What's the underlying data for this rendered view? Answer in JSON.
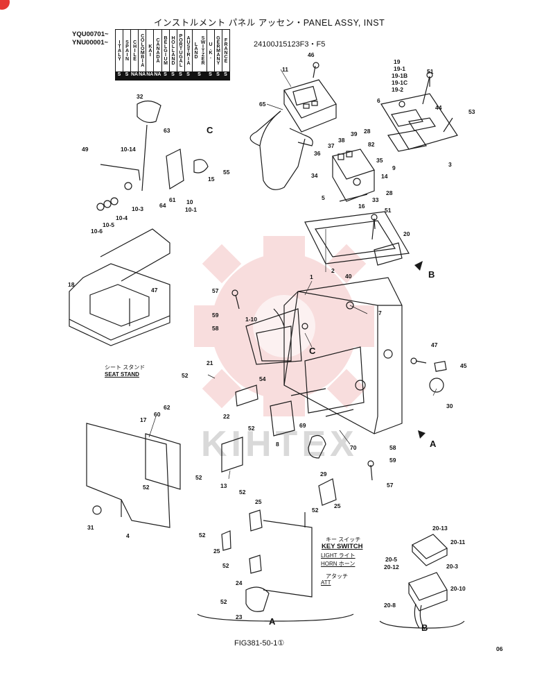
{
  "header": {
    "title": "インストルメント パネル アッセン・PANEL ASSY, INST",
    "serial_1": "YQU00701~",
    "serial_2": "YNU00001~",
    "drawing_code": "24100J15123F3・F5"
  },
  "countries": [
    {
      "name": "ITALY",
      "mark": "S"
    },
    {
      "name": "SPAIN",
      "mark": "S"
    },
    {
      "name": "CHILE",
      "mark": "NA"
    },
    {
      "name": "COLOMBIA",
      "mark": "NA"
    },
    {
      "name": "KAI",
      "mark": "NA"
    },
    {
      "name": "CANADA",
      "mark": "NA"
    },
    {
      "name": "BELGIUM",
      "mark": "S"
    },
    {
      "name": "HOLLAND",
      "mark": "S"
    },
    {
      "name": "PORTUGAL",
      "mark": "S"
    },
    {
      "name": "AUSTRIA",
      "mark": "S"
    },
    {
      "name": "SWITZER LAND",
      "mark": "S"
    },
    {
      "name": "U.K.",
      "mark": "S"
    },
    {
      "name": "GERMANY",
      "mark": "S"
    },
    {
      "name": "FRANCE",
      "mark": "S"
    }
  ],
  "callouts": {
    "c1": "46",
    "c2": "11",
    "c3": "65",
    "c4": "19",
    "c5": "19-1",
    "c6": "19-1B",
    "c7": "19-1C",
    "c8": "19-2",
    "c9": "51",
    "c10": "6",
    "c11": "44",
    "c12": "53",
    "c13": "28",
    "c14": "9",
    "c15": "3",
    "c16": "38",
    "c17": "39",
    "c18": "37",
    "c19": "36",
    "c20": "82",
    "c21": "35",
    "c22": "34",
    "c23": "14",
    "c24": "28",
    "c25": "5",
    "c26": "16",
    "c27": "33",
    "c28": "51",
    "c29": "20",
    "c30": "2",
    "c31": "32",
    "c32": "63",
    "c33": "C",
    "c34": "49",
    "c35": "10-14",
    "c36": "55",
    "c37": "15",
    "c38": "61",
    "c39": "64",
    "c40": "10",
    "c41": "10-1",
    "c42": "10-3",
    "c43": "10-4",
    "c44": "10-5",
    "c45": "10-6",
    "c46": "18",
    "c47": "47",
    "c48": "1",
    "c49": "40",
    "c50": "7",
    "c51": "57",
    "c52": "59",
    "c53": "58",
    "c54": "1-10",
    "c55": "C",
    "c56": "47",
    "c57": "45",
    "c58": "30",
    "c59": "21",
    "c60": "52",
    "c61": "54",
    "c62": "22",
    "c63": "52",
    "c64": "8",
    "c65": "69",
    "c66": "70",
    "c67": "58",
    "c68": "59",
    "c69": "57",
    "c70": "62",
    "c71": "60",
    "c72": "17",
    "c73": "52",
    "c74": "52",
    "c75": "13",
    "c76": "29",
    "c77": "52",
    "c78": "25",
    "c79": "31",
    "c80": "4",
    "c81": "52",
    "c82": "25",
    "c83": "52",
    "c84": "25",
    "c85": "52",
    "c86": "24",
    "c87": "52",
    "c88": "23",
    "c89": "20-13",
    "c90": "20-11",
    "c91": "20-5",
    "c92": "20-12",
    "c93": "20-3",
    "c94": "20-10",
    "c95": "20-8"
  },
  "seat_stand": {
    "jp": "シート スタンド",
    "en": "SEAT STAND"
  },
  "key_switch": {
    "jp": "キー スイッチ",
    "en": "KEY SWITCH",
    "light": "LIGHT ライト",
    "horn": "HORN ホーン",
    "att_jp": "アタッチ",
    "att": "ATT"
  },
  "views": {
    "b_arrow": "B",
    "a_arrow": "A",
    "a_section": "A",
    "b_section": "B"
  },
  "footer": {
    "figure": "FIG381-50-1①",
    "page": "06"
  },
  "watermark": "KIHTEX",
  "colors": {
    "line": "#1a1a1a",
    "watermark": "#f2b6b6",
    "corner_badge": "#e53935"
  }
}
